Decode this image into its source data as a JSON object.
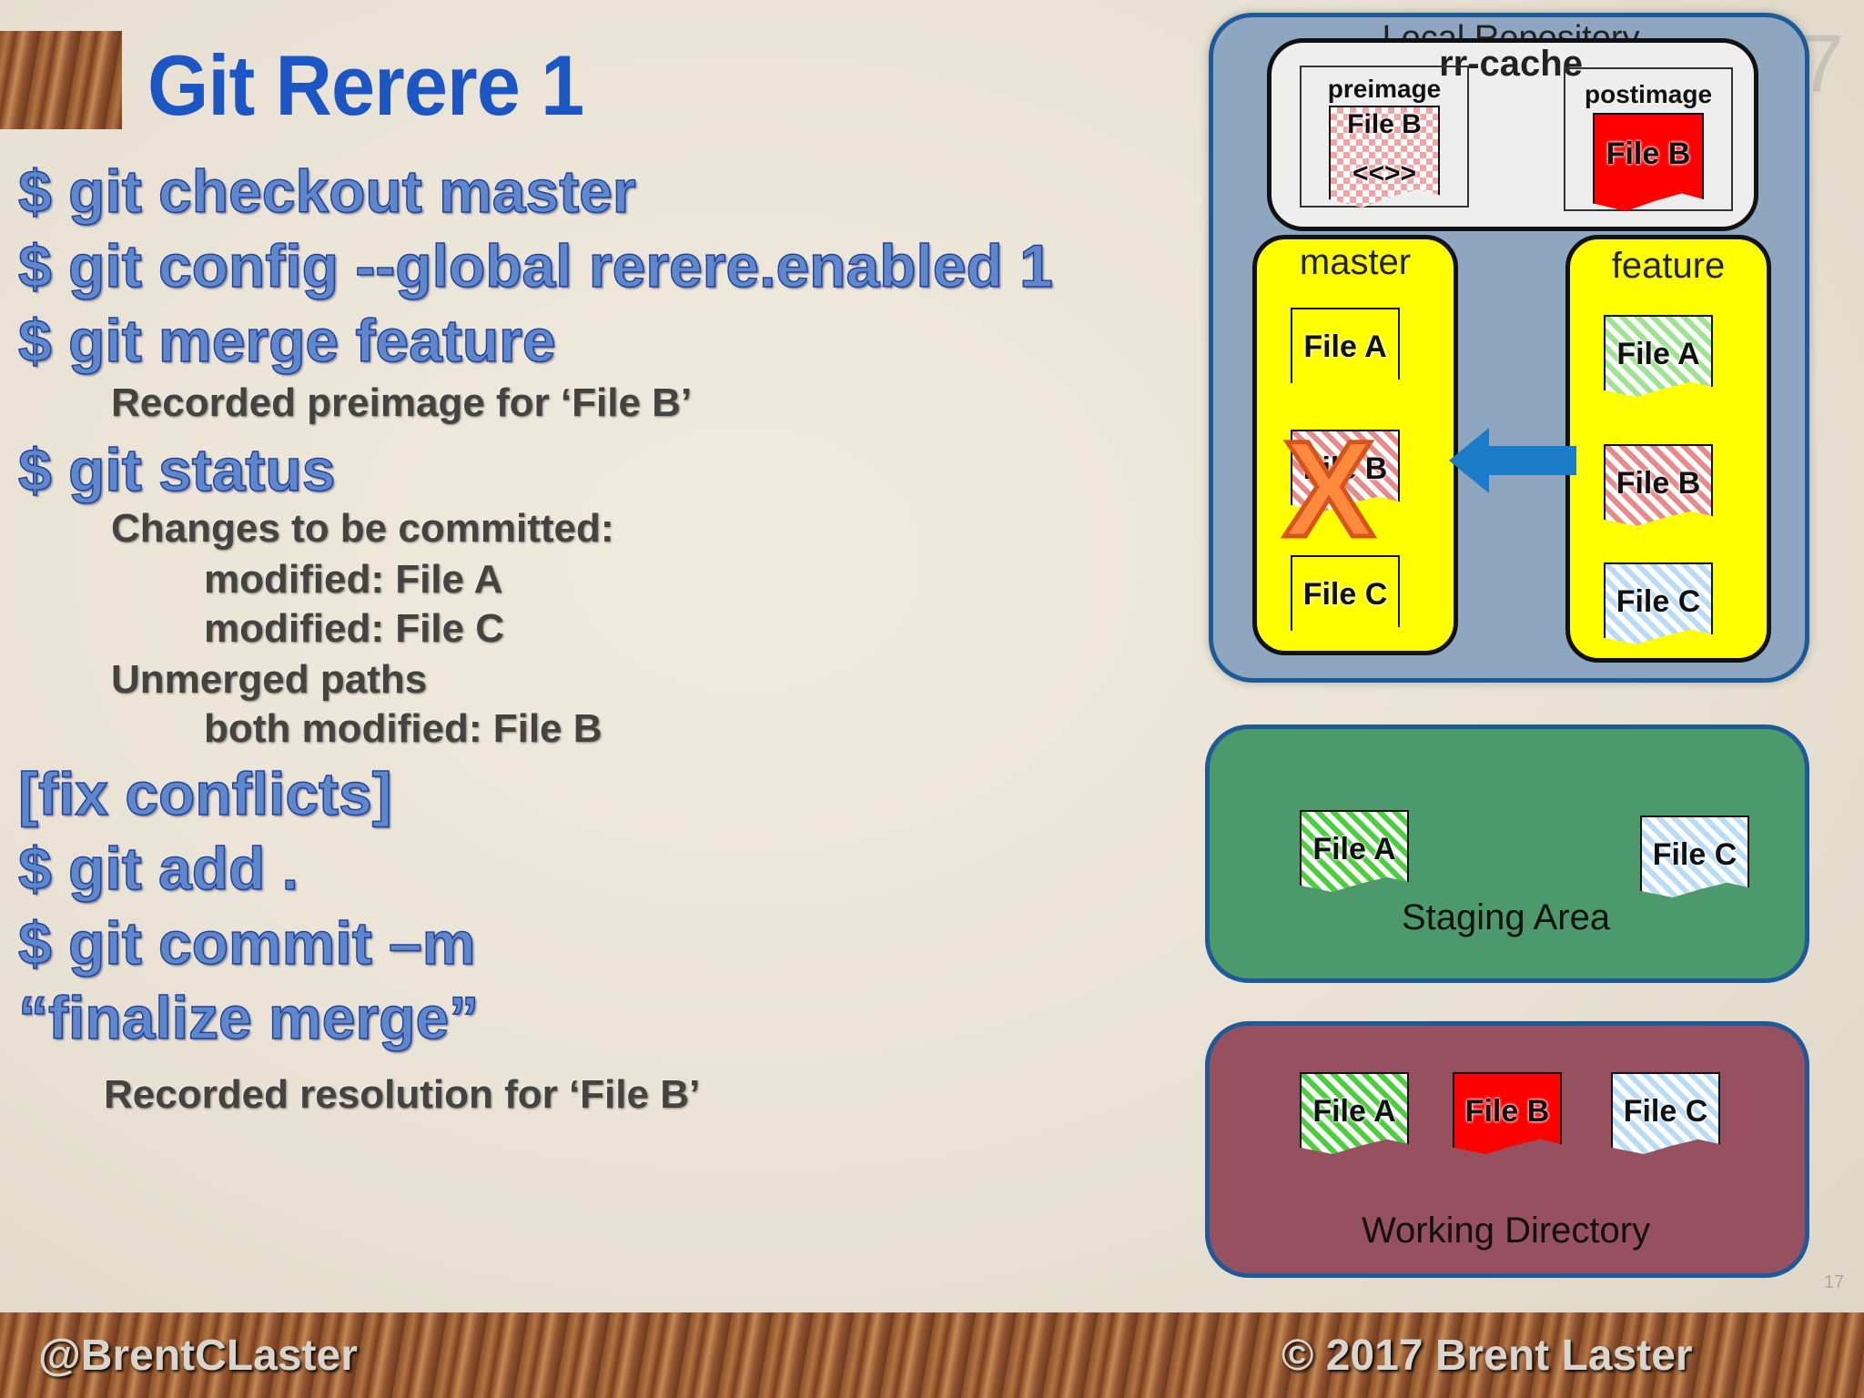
{
  "slide": {
    "title": "Git Rerere 1",
    "slide_number": "17",
    "slide_number_small": "17"
  },
  "commands": [
    {
      "text": "$ git checkout master"
    },
    {
      "text": "$ git config --global rerere.enabled 1"
    },
    {
      "text": "$ git merge feature"
    },
    {
      "text": "$ git status"
    },
    {
      "text": " [fix conflicts]"
    },
    {
      "text": "$ git add ."
    },
    {
      "text": "$ git commit –m"
    },
    {
      "text": " “finalize merge”"
    }
  ],
  "output": {
    "recorded_preimage": "Recorded preimage for ‘File B’",
    "changes_committed": "Changes to be committed:",
    "modified_a": "modified: File A",
    "modified_c": "modified: File C",
    "unmerged_paths": "Unmerged paths",
    "both_modified": "both modified: File B",
    "recorded_resolution": "Recorded resolution for ‘File B’"
  },
  "diagram": {
    "repo_label": "Local Repository",
    "rr_cache": {
      "label": "rr-cache",
      "preimage_label": "preimage",
      "postimage_label": "postimage",
      "preimage_file": "File B",
      "preimage_marker": "<<>>",
      "postimage_file": "File B"
    },
    "master": {
      "label": "master",
      "files": [
        "File A",
        "File B",
        "File C"
      ]
    },
    "feature": {
      "label": "feature",
      "files": [
        "File A",
        "File B",
        "File C"
      ]
    },
    "conflict_mark": "X",
    "staging": {
      "label": "Staging Area",
      "files": [
        "File A",
        "File C"
      ]
    },
    "working": {
      "label": "Working Directory",
      "files": [
        "File A",
        "File B",
        "File C"
      ]
    }
  },
  "footer": {
    "left": "@BrentCLaster",
    "right": "© 2017 Brent Laster"
  },
  "colors": {
    "title_blue": "#1c56c4",
    "repo_bg": "#8ea6bf",
    "branch_yellow": "#ffff00",
    "staging_green": "#4c9a6c",
    "workdir_maroon": "#97505f",
    "conflict_orange": "#ff8a3d",
    "arrow_blue": "#1a7cc6"
  }
}
